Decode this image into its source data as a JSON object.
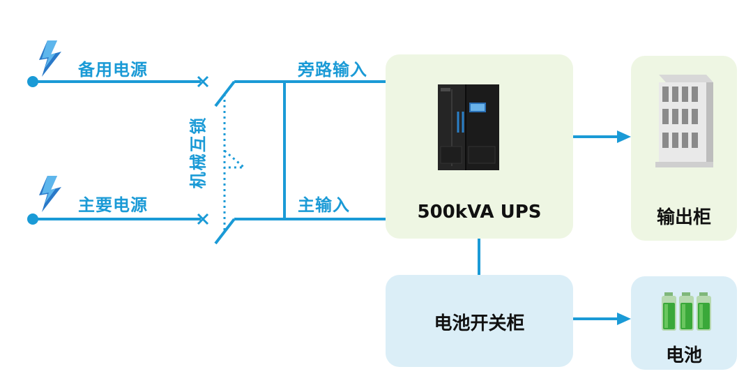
{
  "sources": {
    "backup_label": "备用电源",
    "main_label": "主要电源"
  },
  "interlock_label": "机械互锁",
  "inputs": {
    "bypass_label": "旁路输入",
    "main_input_label": "主输入"
  },
  "ups": {
    "label": "500kVA UPS"
  },
  "output_cabinet": {
    "label": "输出柜"
  },
  "battery_switch_cabinet": {
    "label": "电池开关柜"
  },
  "battery": {
    "label": "电池"
  },
  "colors": {
    "line": "#1a9ad6",
    "ups_box_bg": "#eef6e3",
    "output_box_bg": "#eef6e3",
    "battery_switch_box_bg": "#dbeef7",
    "battery_box_bg": "#dbeef7",
    "battery_green": "#3aa83a"
  },
  "icons": {
    "power_source": "lightning-bolt-icon",
    "breaker": "x-breaker-icon",
    "ups_cabinet": "ups-cabinet-icon",
    "output_cabinet": "server-rack-icon",
    "battery": "battery-cells-icon"
  }
}
